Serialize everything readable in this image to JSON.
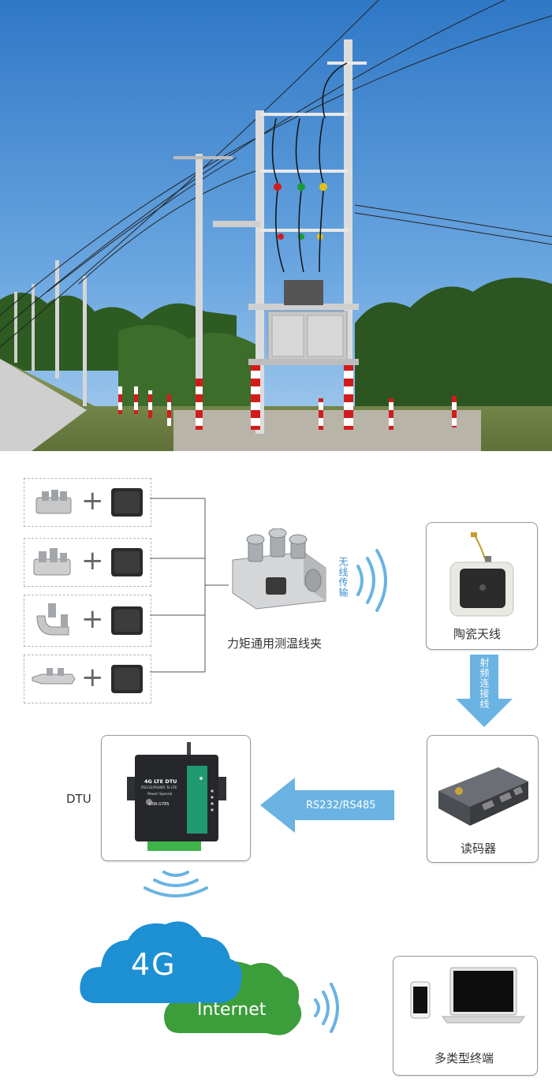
{
  "clamp_label": "力矩通用测温线夹",
  "wireless_label": "无线传输",
  "antenna_label": "陶瓷天线",
  "rf_cable_label": "射频连接线",
  "rs_label": "RS232/RS485",
  "reader_label": "读码器",
  "dtu_label": "DTU",
  "cloud_4g": "4G",
  "cloud_internet": "Internet",
  "terminal_label": "多类型终端",
  "dtu_device": {
    "line1": "4G LTE DTU",
    "line2": "RS232/RS485 To LTE",
    "line3": "Power Special",
    "model": "USR-G785"
  },
  "colors": {
    "accent_blue": "#55a7db",
    "cloud_blue": "#1d8fd3",
    "cloud_green": "#3b9e3b"
  }
}
